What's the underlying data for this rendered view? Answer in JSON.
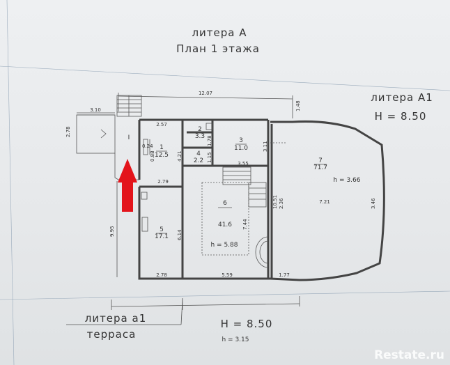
{
  "title": {
    "line1": "литера А",
    "line2": "План 1 этажа"
  },
  "annex": {
    "label": "литера А1",
    "height": "H = 8.50"
  },
  "terrace": {
    "label": "литера а1",
    "name": "терраса",
    "height": "H = 8.50",
    "sub_height": "h = 3.15"
  },
  "dimensions": {
    "top_width": "12.07",
    "entry_width": "3.10",
    "entry_depth": "2.78",
    "top_right": "1.48",
    "r1_width": "2.57",
    "r1_side": "0.24",
    "r1_door": "0.88",
    "r1_height": "4.21",
    "r2_side": "1.78",
    "r3_height": "3.11",
    "r4_side": "1.15",
    "stair_width": "3.55",
    "r5_width_top": "2.79",
    "left_height": "9.95",
    "r5_height": "6.14",
    "r6_height": "7.44",
    "bottom_left": "2.78",
    "bottom_mid": "5.59",
    "bottom_right": "1.77",
    "a1_left_a": "10.51",
    "a1_left_b": "2.36",
    "a1_mid": "7.21",
    "a1_right": "3.46"
  },
  "rooms": [
    {
      "num": "1",
      "area": "12.5"
    },
    {
      "num": "2",
      "area": "3.3"
    },
    {
      "num": "3",
      "area": "11.0"
    },
    {
      "num": "4",
      "area": "2.2"
    },
    {
      "num": "5",
      "area": "17.1"
    },
    {
      "num": "6",
      "area": "41.6",
      "height": "h = 5.88"
    },
    {
      "num": "7",
      "area": "71.7",
      "height": "h = 3.66"
    }
  ],
  "entry_label": "I",
  "watermark": "Restate.ru",
  "colors": {
    "arrow": "#e3141b",
    "lines": "#444444"
  }
}
